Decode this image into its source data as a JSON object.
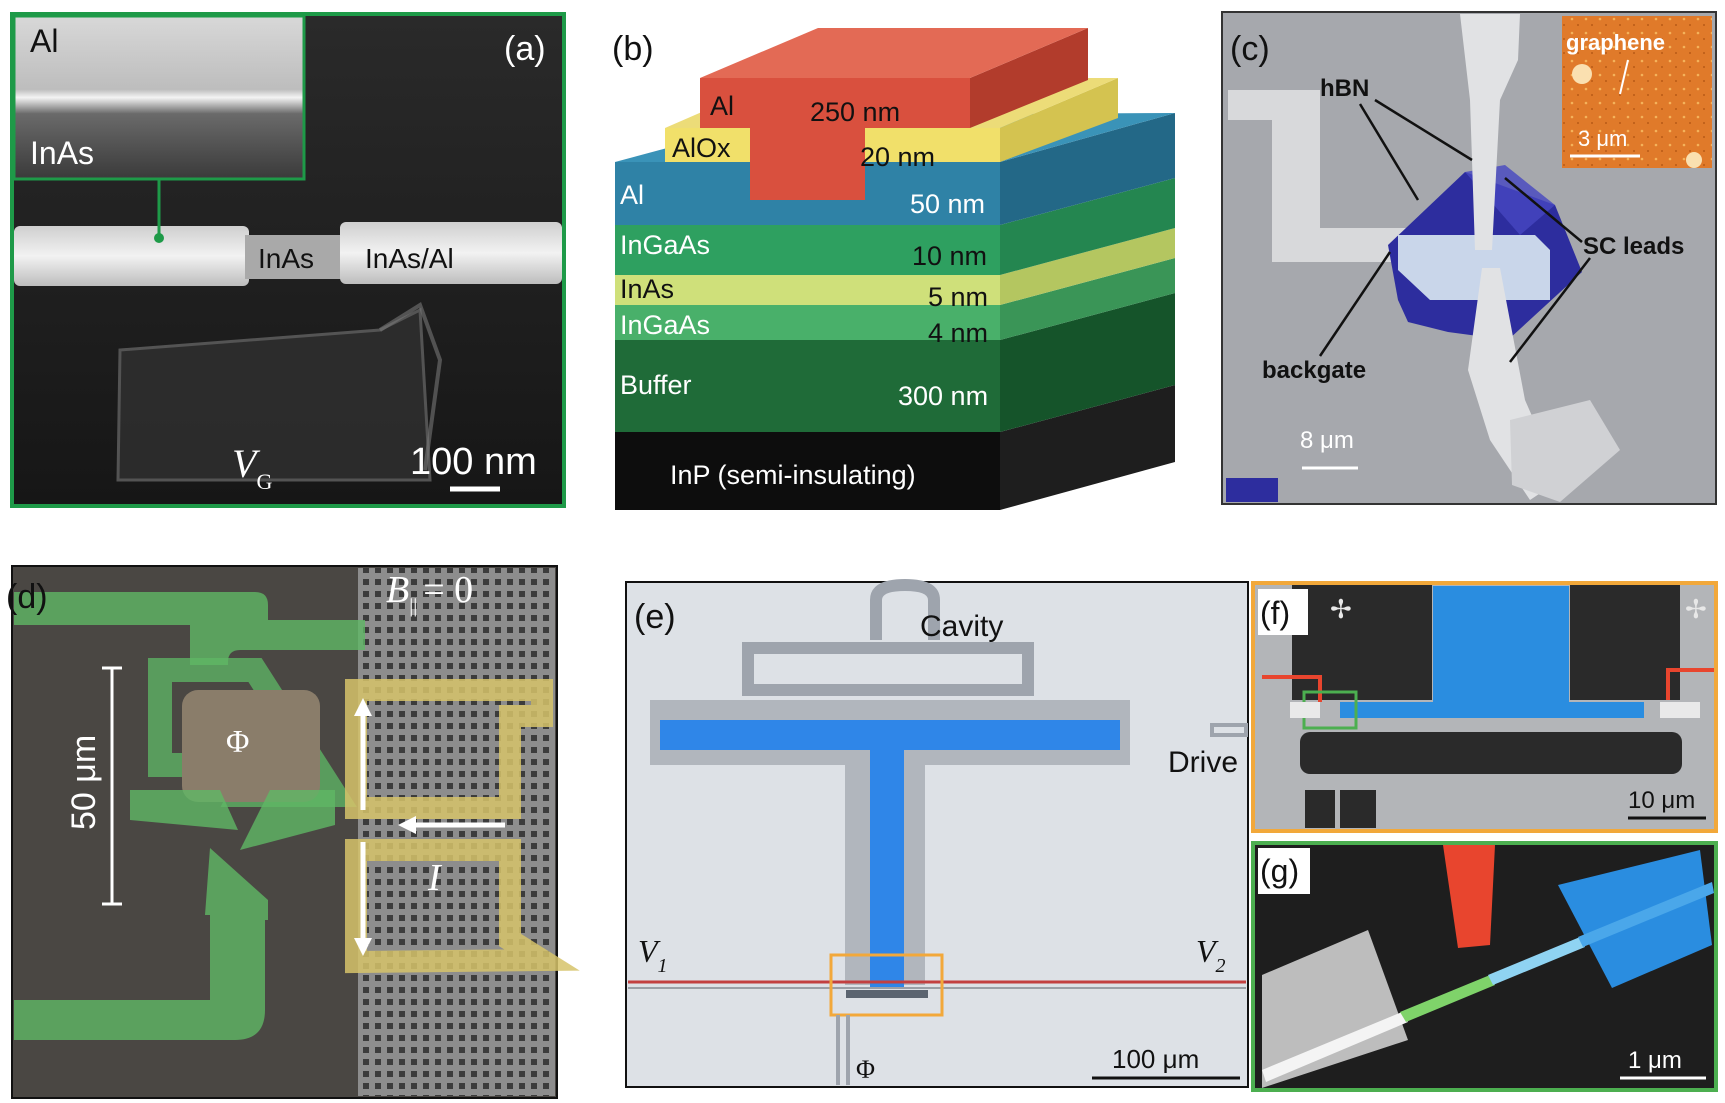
{
  "panels": {
    "a": {
      "tag": "(a)",
      "inset_top": "Al",
      "inset_bottom": "InAs",
      "wire_bare": "InAs",
      "wire_shell": "InAs/Al",
      "gate_symbol": "V",
      "gate_subscript": "G",
      "scale": "100 nm",
      "colors": {
        "frame": "#1e9a48"
      }
    },
    "b": {
      "tag": "(b)",
      "layers": [
        {
          "name": "Al",
          "thickness": "250 nm",
          "color": "#d9503e"
        },
        {
          "name": "AlOx",
          "thickness": "20 nm",
          "color": "#f1e06a"
        },
        {
          "name": "Al",
          "thickness": "50 nm",
          "color": "#2f82a6"
        },
        {
          "name": "InGaAs",
          "thickness": "10 nm",
          "color": "#2ea060"
        },
        {
          "name": "InAs",
          "thickness": "5 nm",
          "color": "#cfe07a"
        },
        {
          "name": "InGaAs",
          "thickness": "4 nm",
          "color": "#49b06a"
        },
        {
          "name": "Buffer",
          "thickness": "300 nm",
          "color": "#1f6b38"
        },
        {
          "name": "InP (semi-insulating)",
          "thickness": "",
          "color": "#111111"
        }
      ]
    },
    "c": {
      "tag": "(c)",
      "hbn": "hBN",
      "sc_leads": "SC leads",
      "backgate": "backgate",
      "scale": "8 μm",
      "inset_label": "graphene",
      "inset_scale": "3 μm"
    },
    "d": {
      "tag": "(d)",
      "field_symbol": "B",
      "field_subscript": "||",
      "field_value": "= 0",
      "flux": "Φ",
      "current": "I",
      "scale": "50 μm",
      "colors": {
        "green_highlight": "#5fb865",
        "yellow_highlight": "#d6c36a"
      }
    },
    "e": {
      "tag": "(e)",
      "cavity": "Cavity",
      "drive": "Drive",
      "v1_symbol": "V",
      "v1_subscript": "1",
      "v2_symbol": "V",
      "v2_subscript": "2",
      "flux": "Φ",
      "scale": "100 μm",
      "colors": {
        "blue": "#2f86e8",
        "box": "#f2a83a"
      }
    },
    "f": {
      "tag": "(f)",
      "scale": "10 μm",
      "colors": {
        "frame": "#f2a83a"
      }
    },
    "g": {
      "tag": "(g)",
      "scale": "1 μm",
      "colors": {
        "frame": "#4caf50",
        "red": "#e8452e",
        "blue": "#2a8de0"
      }
    }
  }
}
